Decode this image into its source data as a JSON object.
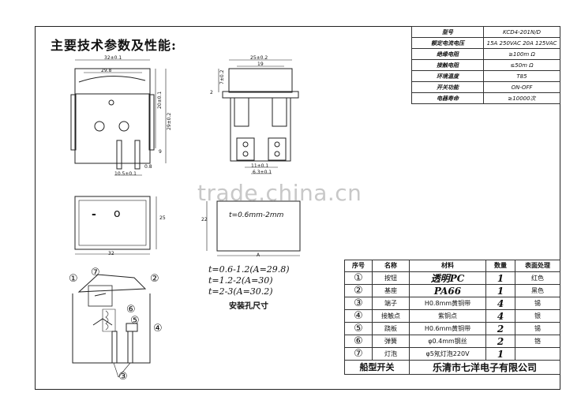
{
  "title": "主要技术参数及性能:",
  "watermark": "trade.china.cn",
  "specs": [
    {
      "label": "型号",
      "value": "KCD4-201N/D"
    },
    {
      "label": "额定电流电压",
      "value": "15A 250VAC 20A 125VAC"
    },
    {
      "label": "绝缘电阻",
      "value": "≥100m Ω"
    },
    {
      "label": "接触电阻",
      "value": "≤50m Ω"
    },
    {
      "label": "环境温度",
      "value": "T85"
    },
    {
      "label": "开关功能",
      "value": "ON-OFF"
    },
    {
      "label": "电器寿命",
      "value": "≥10000次"
    }
  ],
  "parts_header": {
    "no": "序号",
    "name": "名称",
    "material": "材料",
    "qty": "数量",
    "finish": "表面处理"
  },
  "parts": [
    {
      "no": "①",
      "name": "按钮",
      "material": "透明PC",
      "qty": "1",
      "finish": "红色"
    },
    {
      "no": "②",
      "name": "基座",
      "material": "PA66",
      "qty": "1",
      "finish": "黑色"
    },
    {
      "no": "③",
      "name": "端子",
      "material": "H0.8mm黄铜带",
      "qty": "4",
      "finish": "锡"
    },
    {
      "no": "④",
      "name": "接触点",
      "material": "紫铜点",
      "qty": "4",
      "finish": "银"
    },
    {
      "no": "⑤",
      "name": "跷板",
      "material": "H0.6mm黄铜带",
      "qty": "2",
      "finish": "锡"
    },
    {
      "no": "⑥",
      "name": "弹簧",
      "material": "φ0.4mm钢丝",
      "qty": "2",
      "finish": "铬"
    },
    {
      "no": "⑦",
      "name": "灯泡",
      "material": "φ5氖灯泡220V",
      "qty": "1",
      "finish": ""
    }
  ],
  "footer": {
    "product": "船型开关",
    "maker": "乐清市七洋电子有限公司"
  },
  "hole_notes": [
    "t=0.6-1.2(A=29.8)",
    "t=1.2-2(A=30)",
    "t=2-3(A=30.2)"
  ],
  "hole_title": "安装孔尺寸",
  "dims": {
    "front_width": "32±0.1",
    "front_inner": "29.8",
    "front_h1": "20±0.1",
    "front_h2": "29±0.2",
    "front_tail": "9",
    "front_pin": "0.8",
    "front_pin_gap": "10.5±0.1",
    "side_width": "25±0.2",
    "side_inner": "19",
    "side_top": "7±0.2",
    "side_small": "2",
    "side_pin_w": "11±0.1",
    "side_pin_in": "6.3±0.1",
    "bottom_width": "32",
    "bottom_height": "25",
    "cutout_height": "22",
    "cutout_a": "A",
    "cutout_note": "t=0.6mm-2mm",
    "sym_off": "-",
    "sym_on": "o"
  },
  "callouts": [
    "①",
    "②",
    "③",
    "④",
    "⑤",
    "⑥",
    "⑦"
  ]
}
